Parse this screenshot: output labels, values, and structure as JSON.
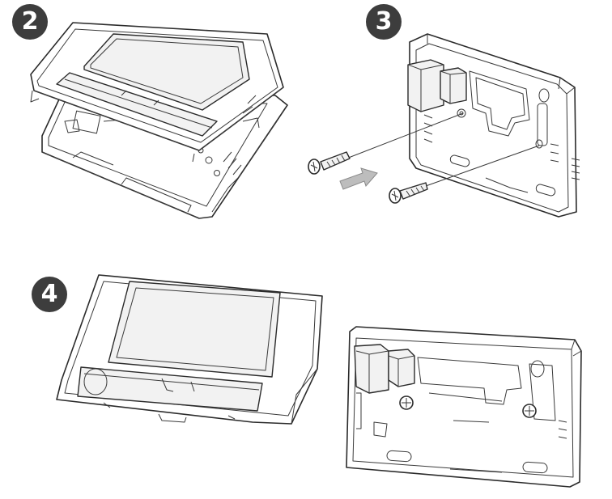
{
  "steps": [
    {
      "number": "2"
    },
    {
      "number": "3"
    },
    {
      "number": "4"
    }
  ],
  "colors": {
    "badge_fill": "#3d3d3d",
    "badge_text": "#ffffff",
    "line": "#2b2b2b",
    "arrow_fill": "#bdbdbd"
  }
}
